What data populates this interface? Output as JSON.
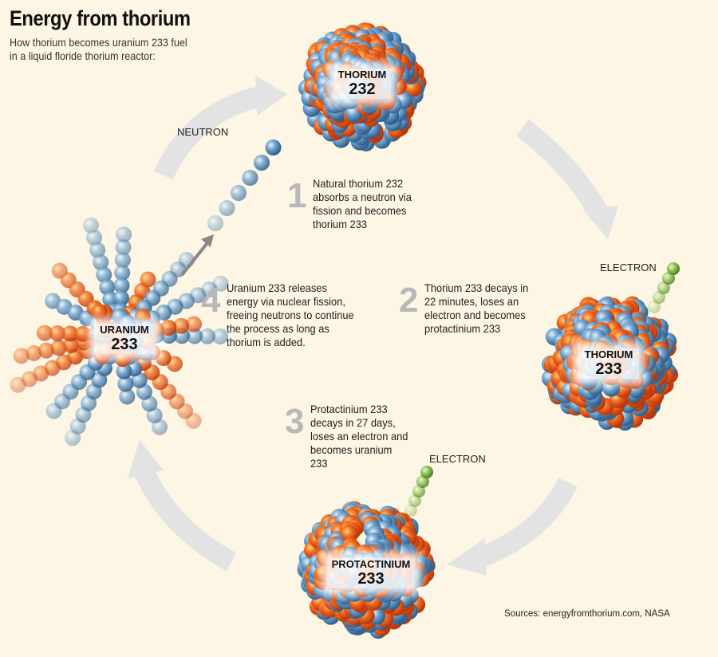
{
  "header": {
    "title": "Energy from thorium",
    "subtitle": "How thorium becomes uranium 233 fuel in a liquid floride thorium reactor:"
  },
  "nuclei": [
    {
      "element": "THORIUM",
      "mass": "232"
    },
    {
      "element": "THORIUM",
      "mass": "233"
    },
    {
      "element": "PROTACTINIUM",
      "mass": "233"
    },
    {
      "element": "URANIUM",
      "mass": "233"
    }
  ],
  "particles": {
    "neutron": "NEUTRON",
    "electron1": "ELECTRON",
    "electron2": "ELECTRON"
  },
  "steps": [
    {
      "num": "1",
      "text": "Natural thorium 232 absorbs a neutron via fission and becomes thorium 233"
    },
    {
      "num": "2",
      "text": "Thorium 233 decays in 22 minutes, loses an electron and becomes protactinium 233"
    },
    {
      "num": "3",
      "text": "Protactinium 233 decays in 27 days, loses an electron and becomes uranium 233"
    },
    {
      "num": "4",
      "text": "Uranium 233 releases energy via nuclear fission, freeing neutrons to continue the process as long as thorium is added."
    }
  ],
  "sources": "Sources: energyfromthorium.com, NASA",
  "colors": {
    "proton": "#f0641e",
    "neutron": "#5b93c2",
    "electron": "#7cb342",
    "arrow": "#e2e2e2",
    "background": "#fdf6e4"
  }
}
